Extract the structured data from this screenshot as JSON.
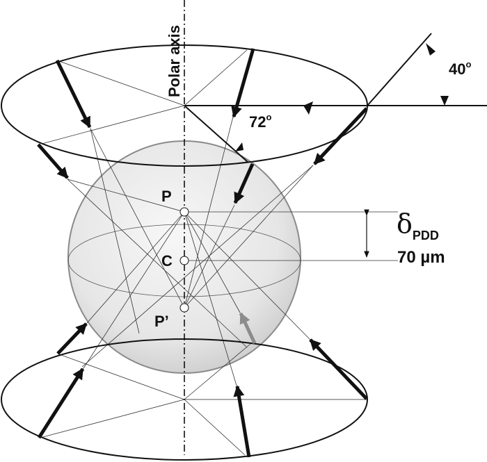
{
  "labels": {
    "polar_axis": "Polar axis",
    "angle_top": "40",
    "angle_mid": "72",
    "degree": "o",
    "point_p": "P",
    "point_c": "C",
    "point_p_prime": "P’",
    "delta": "δ",
    "delta_sub": "PDD",
    "distance": "70 µm"
  },
  "colors": {
    "ink": "#111111",
    "thin": "#333333",
    "sphere_fill": "#dcdcdc",
    "sphere_edge": "#8a8a8a",
    "gray_arrow": "#8c8c8c"
  }
}
